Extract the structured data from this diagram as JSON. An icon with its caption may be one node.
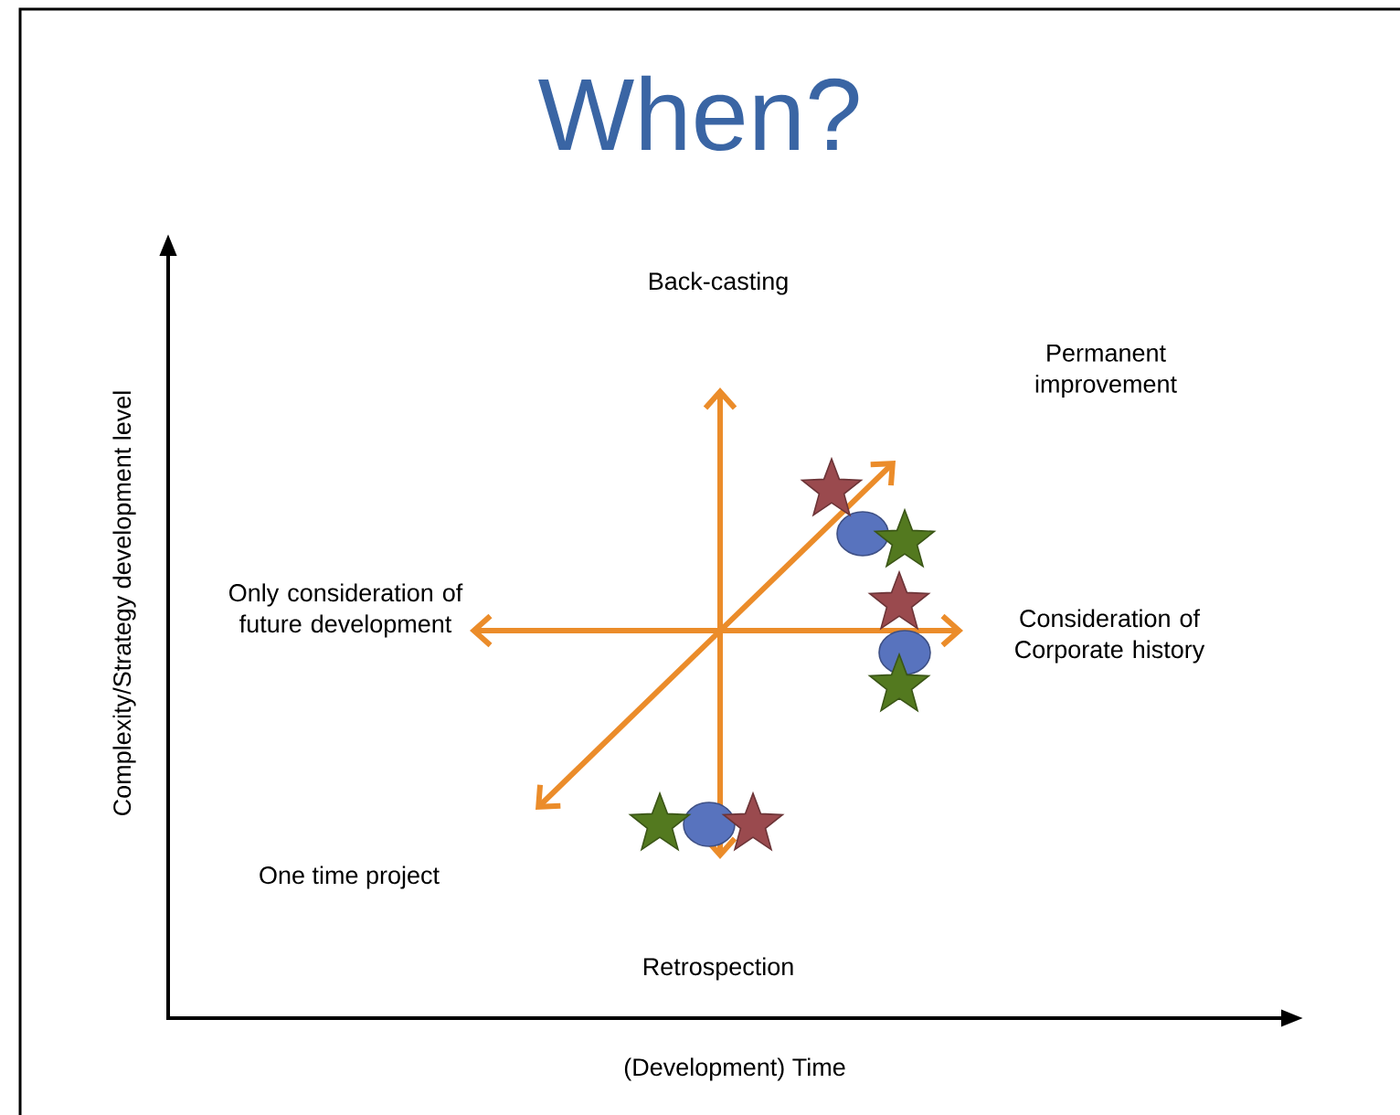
{
  "diagram": {
    "title": "When?",
    "labels": [
      "Back-casting",
      "Permanent improvement",
      "Only consideration of future development",
      "Consideration of Corporate history",
      "One time project",
      "Retrospection",
      "Complexity/Strategy development level",
      "(Development) Time"
    ]
  }
}
